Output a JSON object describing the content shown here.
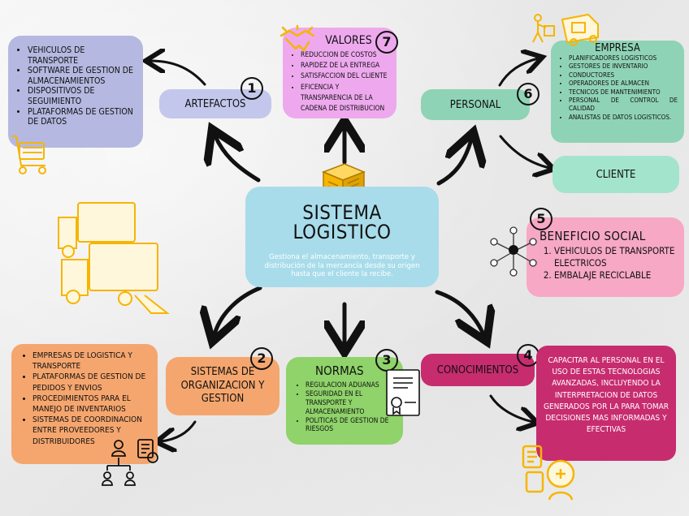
{
  "center": {
    "title": "SISTEMA LOGISTICO",
    "description": "Gestiona el almacenamiento, transporte y distribución de la mercancía desde su origen hasta que el cliente la recibe."
  },
  "artefactos": {
    "number": "1",
    "label": "ARTEFACTOS",
    "items": [
      "VEHICULOS DE TRANSPORTE",
      "SOFTWARE DE GESTION DE ALMACENAMIENTOS",
      "DISPOSITIVOS DE SEGUIMIENTO",
      " PLATAFORMAS DE GESTION DE DATOS"
    ]
  },
  "sistemas": {
    "number": "2",
    "label": "SISTEMAS DE ORGANIZACION Y GESTION",
    "items": [
      "EMPRESAS DE LOGISTICA Y TRANSPORTE",
      "PLATAFORMAS DE GESTION DE PEDIDOS Y ENVIOS",
      "PROCEDIMIENTOS PARA EL MANEJO DE INVENTARIOS",
      "SISTEMAS DE COORDINACION ENTRE PROVEEDORES Y DISTRIBUIDORES"
    ]
  },
  "normas": {
    "number": "3",
    "label": "NORMAS",
    "items": [
      "REGULACION ADUANAS",
      "SEGURIDAD EN EL TRANSPORTE Y ALMACENAMIENTO",
      "POLITICAS DE GESTION DE RIESGOS"
    ]
  },
  "conocimientos": {
    "number": "4",
    "label": "CONOCIMIENTOS",
    "text": "CAPACITAR AL PERSONAL EN EL USO DE ESTAS TECNOLOGIAS AVANZADAS, INCLUYENDO LA INTERPRETACION DE DATOS GENERADOS POR LA PARA TOMAR DECISIONES MAS INFORMADAS Y EFECTIVAS"
  },
  "beneficio": {
    "number": "5",
    "title": "BENEFICIO SOCIAL",
    "items": [
      "VEHICULOS DE TRANSPORTE ELECTRICOS",
      "EMBALAJE RECICLABLE"
    ]
  },
  "personal": {
    "number": "6",
    "label": "PERSONAL",
    "empresa_title": "EMPRESA",
    "empresa_items": [
      "PLANIFICADORES LOGISTICOS",
      "GESTORES DE INVENTARIO",
      "CONDUCTORES",
      "OPERADORES DE ALMACEN",
      "TECNICOS DE MANTENIMIENTO",
      "PERSONAL DE CONTROL DE CALIDAD",
      "ANALISTAS DE DATOS LOGISTICOS."
    ],
    "cliente": "CLIENTE"
  },
  "valores": {
    "number": "7",
    "label": "VALORES",
    "items": [
      "REDUCCION DE COSTOS",
      "RAPIDEZ DE LA ENTREGA",
      "SATISFACCION DEL CLIENTE",
      "EFICENCIA Y TRANSPARENCIA DE LA CADENA DE DISTRIBUCION"
    ]
  },
  "colors": {
    "center": "#a8dcea",
    "artefactos_list": "#b5b8e0",
    "artefactos_tag": "#c3c7ec",
    "sistemas": "#f5a66e",
    "normas": "#8fd36a",
    "conocimientos": "#c72c6f",
    "beneficio": "#f7a8c4",
    "personal": "#8fd3b6",
    "cliente": "#a3e4cc",
    "valores": "#eea9ee",
    "icon_yellow": "#f6b500"
  },
  "icons": [
    "box-icon",
    "truck-icon",
    "cart-icon",
    "handshake-icon",
    "delivery-icon",
    "network-icon",
    "org-chart-icon",
    "contract-icon",
    "idea-icon"
  ]
}
